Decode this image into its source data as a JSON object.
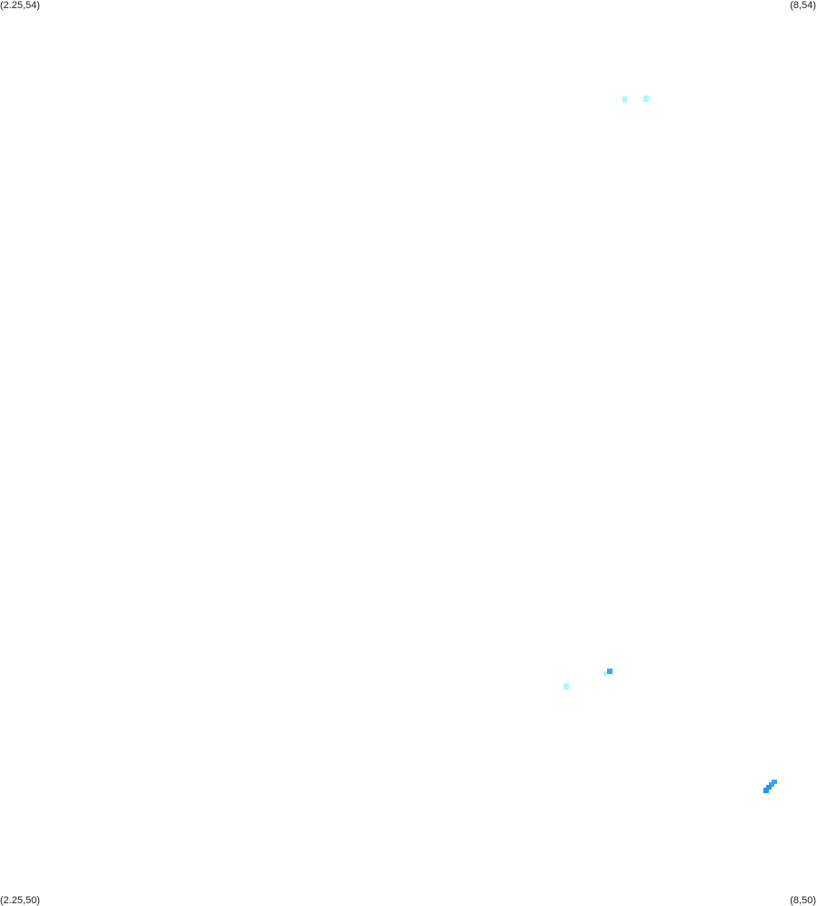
{
  "corners": {
    "top_left": "(2.25,54)",
    "top_right": "(8,54)",
    "bottom_left": "(2.25,50)",
    "bottom_right": "(8,50)"
  },
  "colors": {
    "light_cyan": "#aaf8fc",
    "mid_cyan": "#7de6f6",
    "blue": "#33aaf0",
    "deep_blue": "#2696e8"
  }
}
